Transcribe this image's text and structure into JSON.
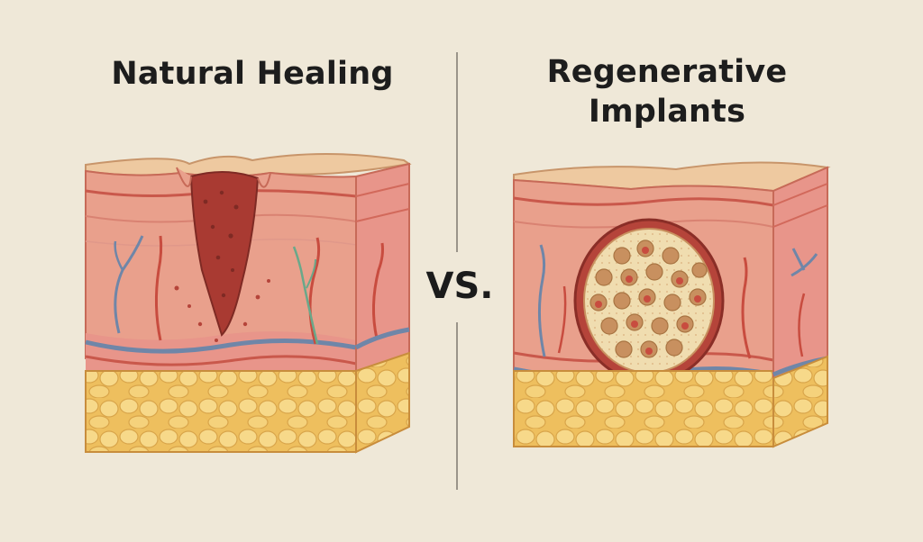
{
  "panels": {
    "left": {
      "title": "Natural Healing"
    },
    "right": {
      "title_line1": "Regenerative",
      "title_line2": "Implants"
    }
  },
  "separator": {
    "label": "VS."
  },
  "colors": {
    "background": "#efe8d8",
    "epidermis": "#eec9a0",
    "dermis": "#ea9a8a",
    "dermis_deep": "#d9756a",
    "wound": "#a93a32",
    "fat": "#f2c86c",
    "fat_lobule": "#f7d98a",
    "vein": "#6f86a8",
    "artery": "#c84c3f",
    "nerve": "#6aa88a",
    "implant_scaffold": "#f0ddb0",
    "implant_pore": "#c8905f"
  }
}
